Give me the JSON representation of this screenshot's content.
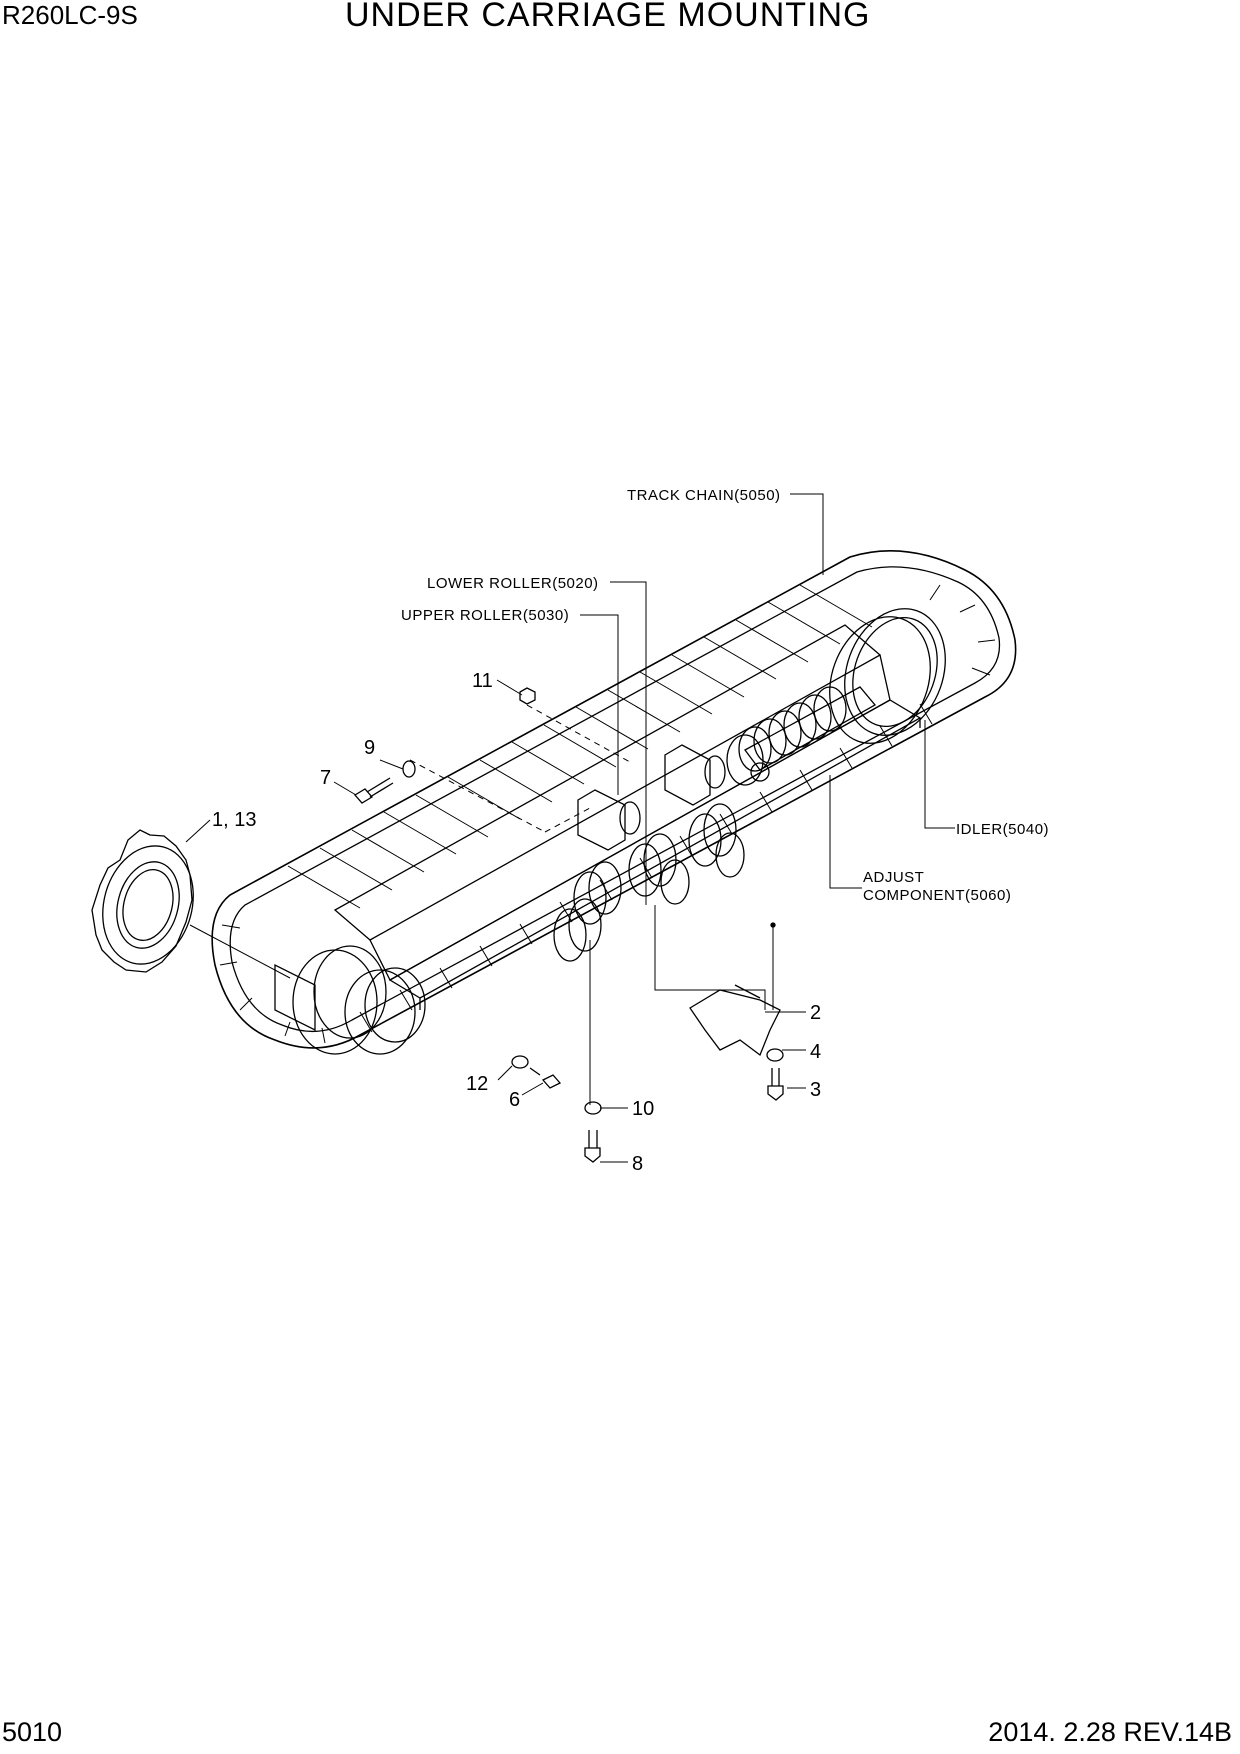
{
  "header": {
    "model": "R260LC-9S",
    "title": "UNDER CARRIAGE MOUNTING"
  },
  "footer": {
    "page_number": "5010",
    "revision": "2014. 2.28  REV.14B"
  },
  "labels": {
    "track_chain": "TRACK CHAIN(5050)",
    "lower_roller": "LOWER ROLLER(5020)",
    "upper_roller": "UPPER ROLLER(5030)",
    "idler": "IDLER(5040)",
    "adjust_1": "ADJUST",
    "adjust_2": "COMPONENT(5060)"
  },
  "callouts": {
    "c1_13": "1, 13",
    "c2": "2",
    "c3": "3",
    "c4": "4",
    "c6": "6",
    "c7": "7",
    "c8": "8",
    "c9": "9",
    "c10": "10",
    "c11": "11",
    "c12": "12"
  }
}
